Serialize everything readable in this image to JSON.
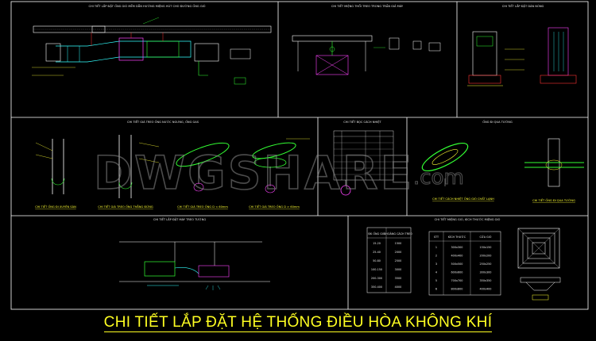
{
  "panels": [
    {
      "id": "duct-hanging",
      "title": "CHI TIẾT LẮP ĐẶT ỐNG GIÓ MỀM DẪN HƯỚNG MIỆNG HÚT CHO ĐƯỜNG ỐNG GIÓ"
    },
    {
      "id": "cassette",
      "title": "CHI TIẾT MIỆNG THỔI TREO TRONG TRẦN GIẢ MÁY"
    },
    {
      "id": "outdoor-base",
      "title": "CHI TIẾT LẮP ĐẶT DÀN NÓNG"
    },
    {
      "id": "pipe-support",
      "title": "CHI TIẾT GIÁ TREO ỐNG NƯỚC NGƯNG, ỐNG GAS"
    },
    {
      "id": "insulation",
      "title": "CHI TIẾT BỌC CÁCH NHIỆT"
    },
    {
      "id": "wall-pass",
      "title": "ỐNG ĐI QUA TƯỜNG"
    },
    {
      "id": "indoor-unit",
      "title": "CHI TIẾT LẮP ĐẶT MÁY TREO TƯỜNG"
    },
    {
      "id": "diffuser-table",
      "title": "CHI TIẾT MIỆNG GIÓ, KÍCH THƯỚC MIỆNG GIÓ"
    }
  ],
  "captions": {
    "bracket_wall": "CHI TIẾT ỐNG ĐI XUYÊN SÀN",
    "bracket_vertical": "CHI TIẾT GIÁ TREO ỐNG THẲNG ĐỨNG",
    "hanger_1": "CHI TIẾT GIÁ TREO ỐNG D < 60mm",
    "hanger_2": "CHI TIẾT GIÁ TREO ỐNG D > 60mm",
    "insulation": "CHI TIẾT CÁCH NHIỆT ỐNG GIÓ CHẤT LẠNH",
    "wall_pass": "CHI TIẾT ỐNG ĐI QUA TƯỜNG"
  },
  "tables": {
    "left_header": [
      "ĐK ỐNG GIÓ",
      "KHOẢNG CÁCH TREO"
    ],
    "left_rows": [
      [
        "15-20",
        "1500"
      ],
      [
        "25-40",
        "2000"
      ],
      [
        "50-80",
        "2500"
      ],
      [
        "100-150",
        "3000"
      ],
      [
        "200-300",
        "3500"
      ],
      [
        "350-400",
        "4000"
      ]
    ],
    "right_header": [
      "STT",
      "KÍCH THƯỚC",
      "CỬA GIÓ"
    ],
    "right_rows": [
      [
        "1",
        "300x300",
        "150x150"
      ],
      [
        "2",
        "400x400",
        "200x200"
      ],
      [
        "3",
        "500x500",
        "250x250"
      ],
      [
        "4",
        "600x600",
        "300x300"
      ],
      [
        "5",
        "700x700",
        "350x350"
      ],
      [
        "6",
        "800x800",
        "400x400"
      ]
    ]
  },
  "watermark": "DWGSHARE",
  "watermark_suffix": ".com",
  "title": "CHI TIẾT LẮP ĐẶT HỆ THỐNG ĐIỀU HÒA KHÔNG KHÍ",
  "colors": {
    "background": "#000000",
    "frame": "#ffffff",
    "title": "#ffff22",
    "accent_green": "#33ff33",
    "accent_cyan": "#33ffff",
    "accent_magenta": "#ff44ff",
    "accent_yellow": "#ffff33",
    "accent_red": "#ff3333"
  }
}
